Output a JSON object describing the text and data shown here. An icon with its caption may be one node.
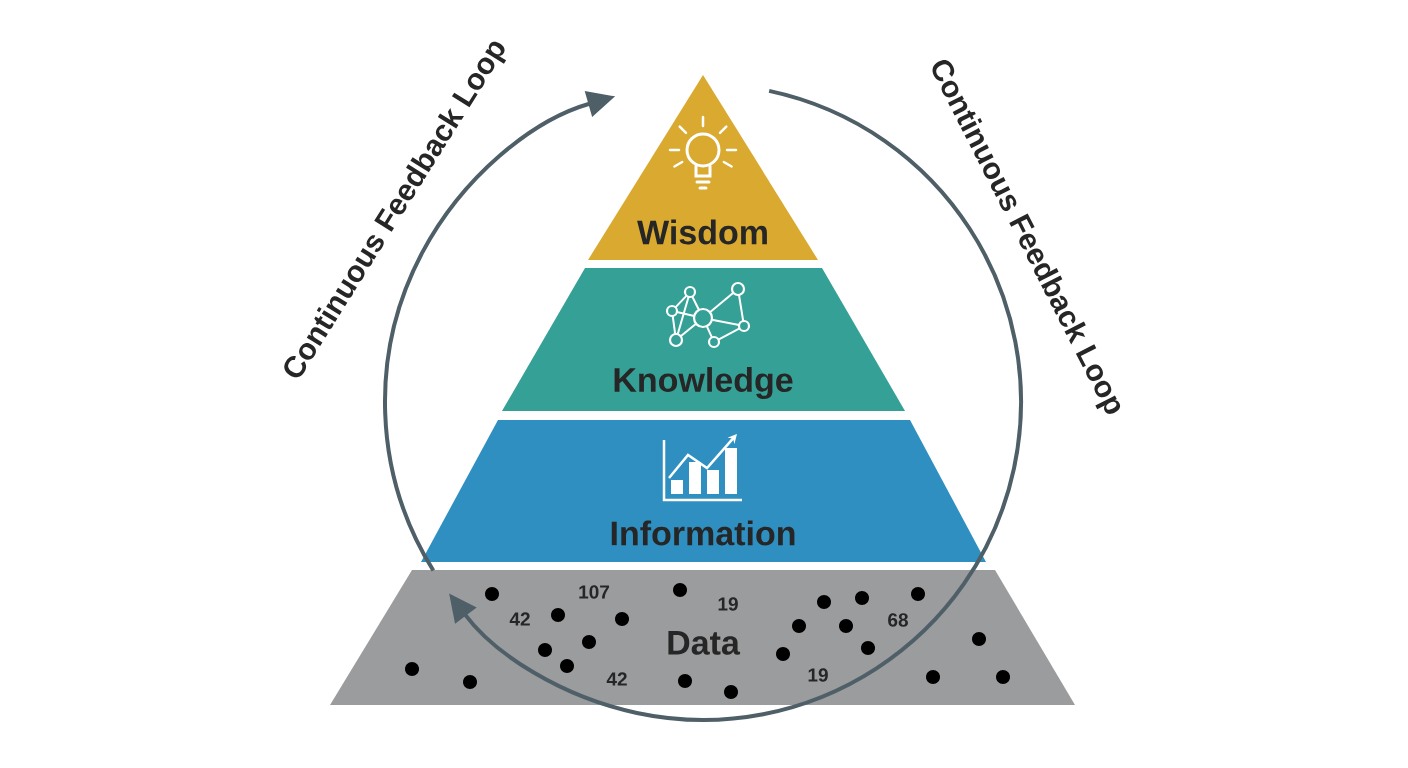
{
  "diagram": {
    "nodes": [
      {
        "text": [
          "Wisdom"
        ]
      },
      {
        "text": [
          "Knowledge"
        ]
      },
      {
        "text": [
          "Information"
        ]
      },
      {
        "text": [
          "Data"
        ]
      }
    ],
    "edges": [
      {
        "from": 3,
        "to": 0,
        "arrow": "to",
        "label": "Continuous Feedback Loop"
      },
      {
        "from": 0,
        "to": 3,
        "arrow": "to",
        "label": "Continuous Feedback Loop"
      }
    ],
    "labels": [
      "107",
      "19",
      "42",
      "68",
      "19",
      "42"
    ]
  }
}
